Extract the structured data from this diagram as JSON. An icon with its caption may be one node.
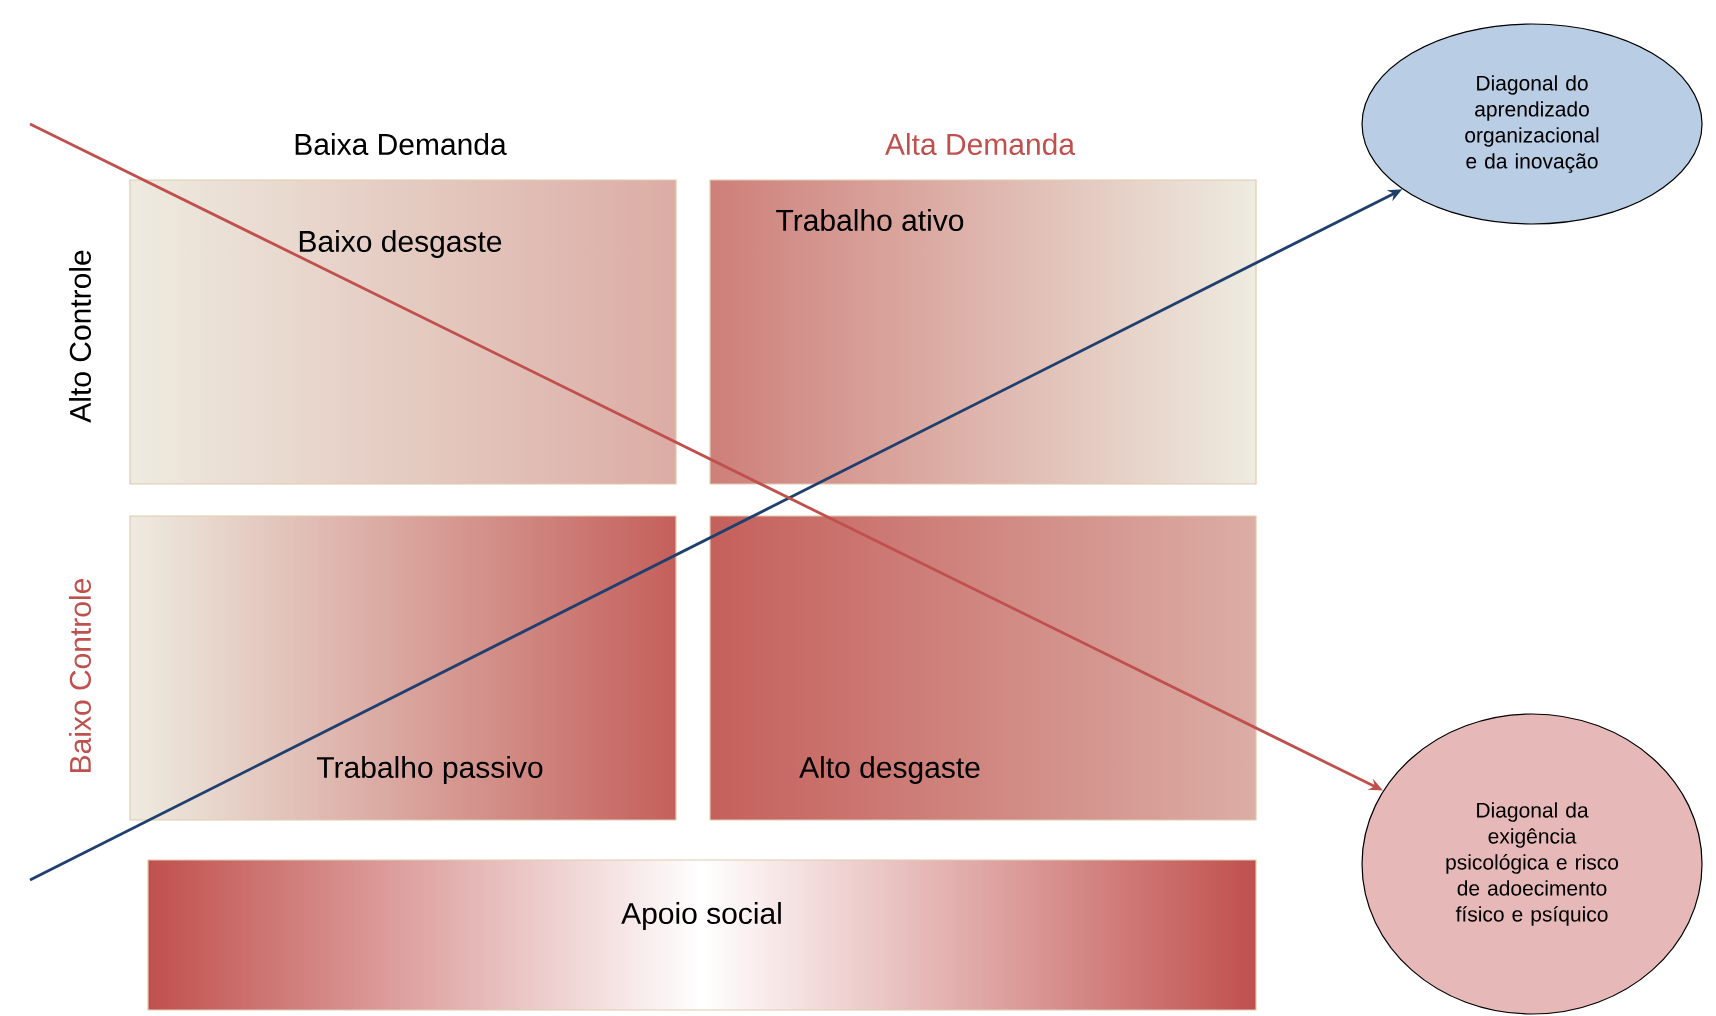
{
  "diagram": {
    "nodes": [
      {
        "text": [
          "Baixo desgaste"
        ]
      },
      {
        "text": [
          "Trabalho ativo"
        ]
      },
      {
        "text": [
          "Trabalho passivo"
        ]
      },
      {
        "text": [
          "Alto desgaste"
        ]
      },
      {
        "text": [
          "Apoio social"
        ]
      },
      {
        "text": [
          "Diagonal do aprendizado organizacional e da inovação"
        ]
      },
      {
        "text": [
          "Diagonal da exigência psicológica e risco de adoecimento físico e psíquico"
        ]
      }
    ],
    "edges": [
      {
        "from": null,
        "to": 5,
        "arrow": "to",
        "color": "#1f3f6e"
      },
      {
        "from": null,
        "to": 6,
        "arrow": "to",
        "color": "#c0504d"
      }
    ],
    "labels": [
      "Baixa Demanda",
      "Alta Demanda",
      "Alto Controle",
      "Baixo Controle"
    ]
  }
}
